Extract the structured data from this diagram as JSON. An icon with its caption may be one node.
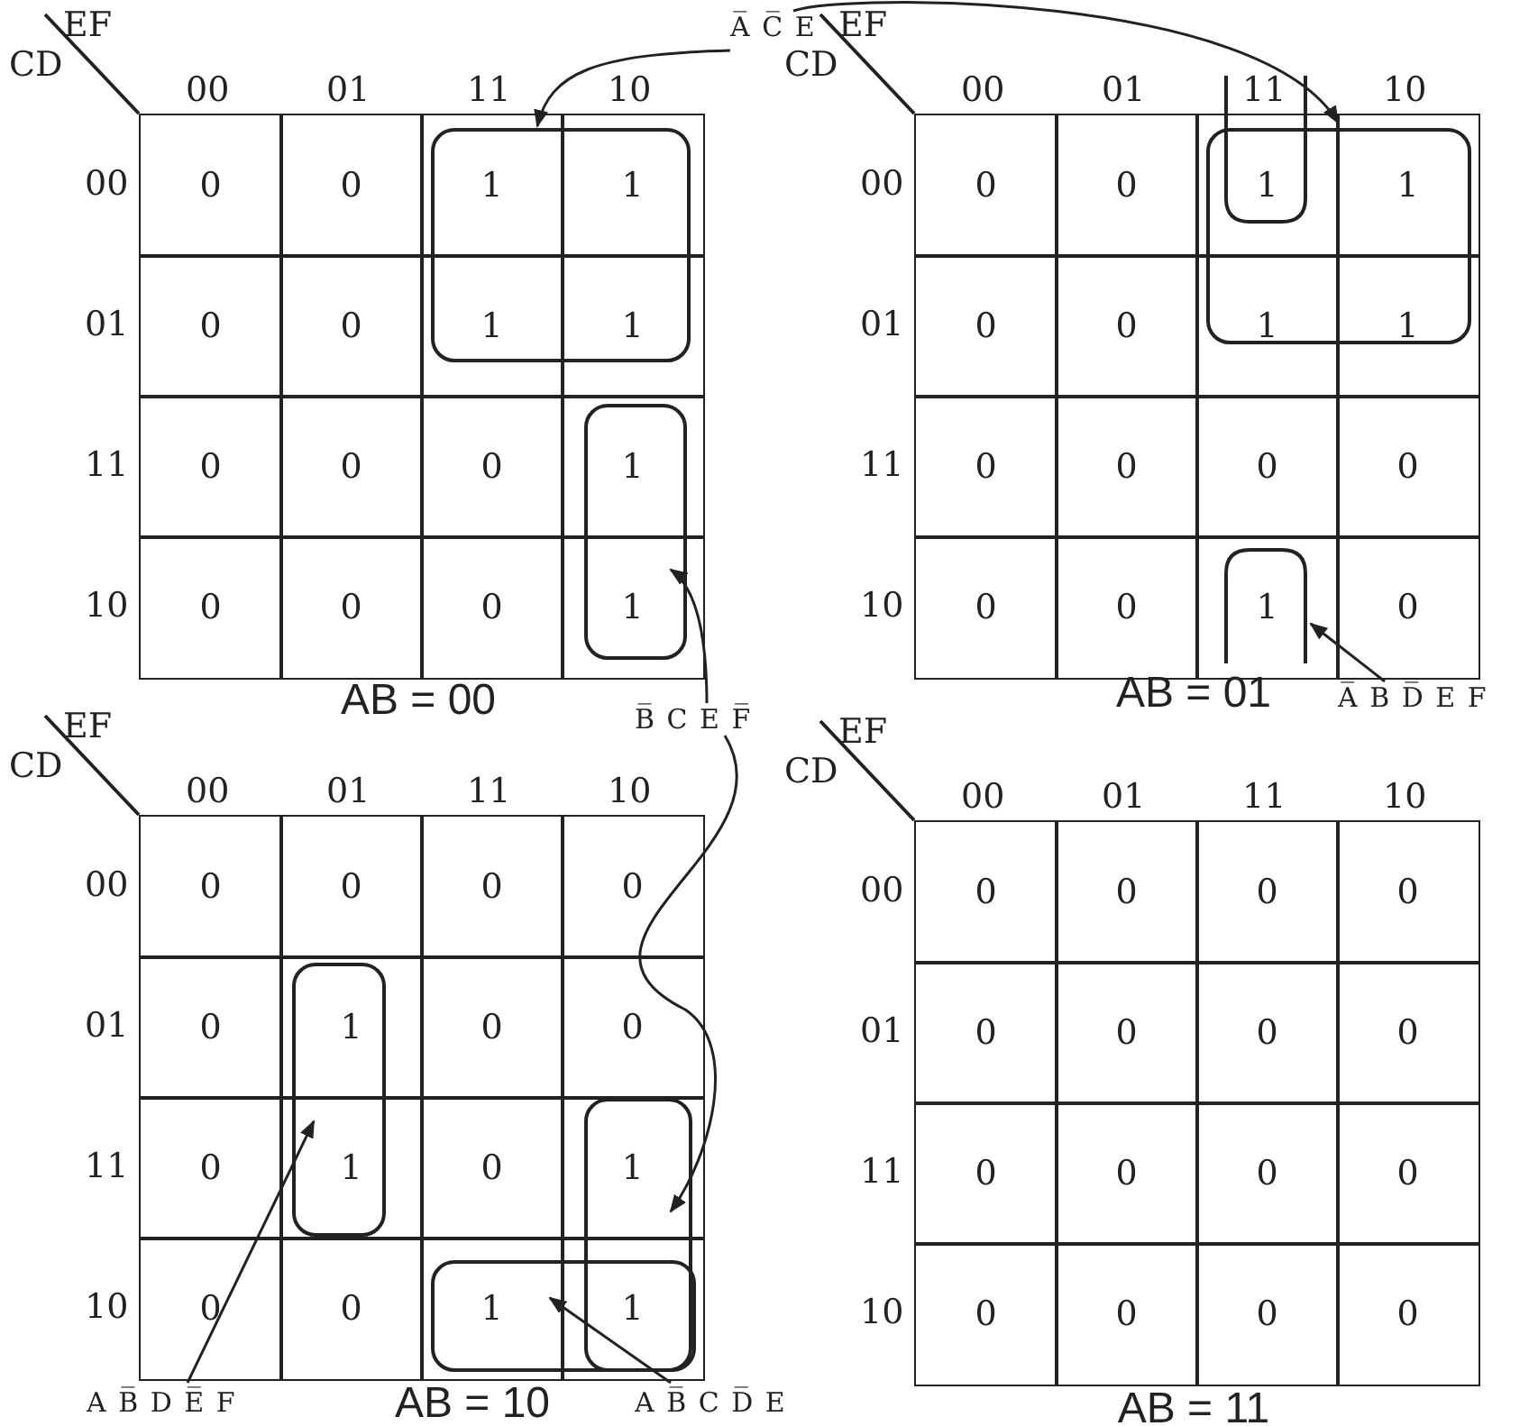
{
  "diagram": {
    "nodes": [
      {
        "text": [
          "A̅ C̅ E"
        ]
      },
      {
        "text": [],
        "shape": "box"
      },
      {
        "text": [],
        "shape": "box"
      },
      {
        "text": [],
        "shape": "box"
      },
      {
        "text": [],
        "shape": "box"
      },
      {
        "text": [],
        "shape": "box"
      },
      {
        "text": [
          "B̅ C E F̅"
        ]
      },
      {
        "text": [
          "A̅ B D̅ E F"
        ]
      },
      {
        "text": [],
        "shape": "box"
      },
      {
        "text": [],
        "shape": "box"
      },
      {
        "text": [],
        "shape": "box"
      },
      {
        "text": [
          "A B̅ D E̅ F"
        ]
      },
      {
        "text": [
          "A B̅ C D̅ E"
        ]
      }
    ],
    "edges": [
      {
        "from": 0,
        "to": 1,
        "arrow": "to"
      },
      {
        "from": 0,
        "to": 3,
        "arrow": "to"
      },
      {
        "from": 6,
        "to": 2,
        "arrow": "to"
      },
      {
        "from": 6,
        "to": 9,
        "arrow": "to"
      },
      {
        "from": 7,
        "to": 5,
        "arrow": "to"
      },
      {
        "from": 11,
        "to": 8,
        "arrow": "to"
      },
      {
        "from": 12,
        "to": 10,
        "arrow": "to"
      }
    ],
    "labels": [
      "EF",
      "CD",
      "00",
      "01",
      "11",
      "10",
      "00",
      "0",
      "0",
      "1",
      "1",
      "01",
      "0",
      "0",
      "1",
      "1",
      "11",
      "0",
      "0",
      "0",
      "1",
      "10",
      "0",
      "0",
      "0",
      "1",
      "AB = 00",
      "EF",
      "CD",
      "00",
      "01",
      "11",
      "10",
      "00",
      "0",
      "0",
      "1",
      "1",
      "01",
      "0",
      "0",
      "1",
      "1",
      "11",
      "0",
      "0",
      "0",
      "0",
      "10",
      "0",
      "0",
      "1",
      "0",
      "AB = 01",
      "EF",
      "CD",
      "00",
      "01",
      "11",
      "10",
      "00",
      "0",
      "0",
      "0",
      "0",
      "01",
      "0",
      "1",
      "0",
      "0",
      "11",
      "0",
      "1",
      "0",
      "1",
      "10",
      "0",
      "0",
      "1",
      "1",
      "AB = 10",
      "EF",
      "CD",
      "00",
      "01",
      "11",
      "10",
      "00",
      "0",
      "0",
      "0",
      "0",
      "01",
      "0",
      "0",
      "0",
      "0",
      "11",
      "0",
      "0",
      "0",
      "0",
      "10",
      "0",
      "0",
      "0",
      "0",
      "AB = 11"
    ]
  }
}
